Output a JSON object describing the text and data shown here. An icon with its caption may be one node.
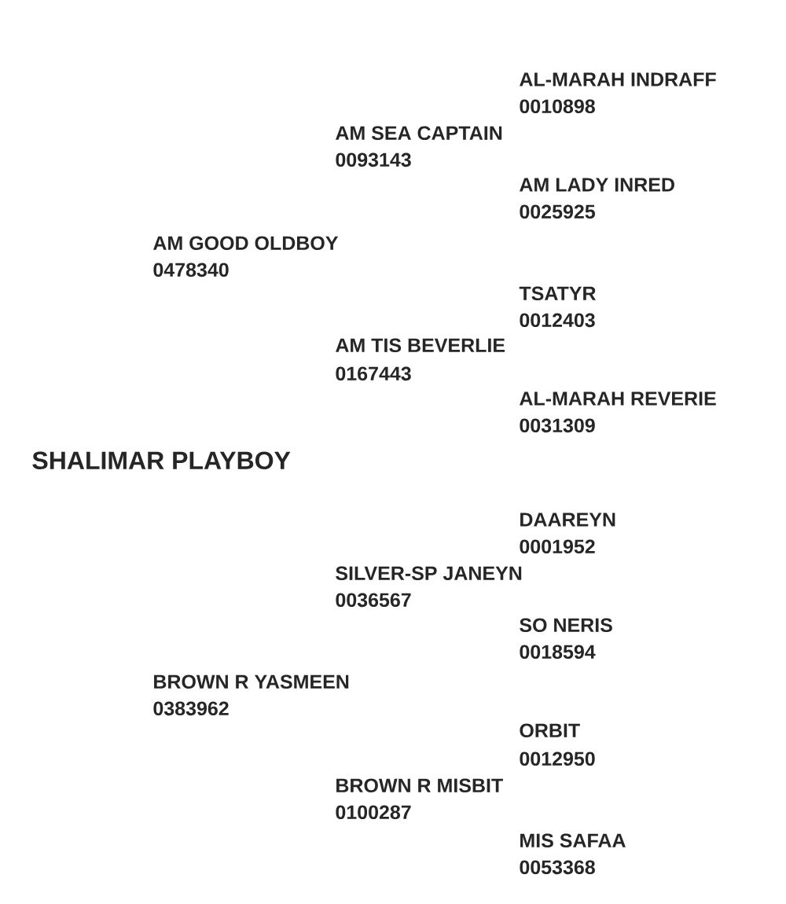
{
  "diagram": {
    "labels": [
      "AL-MARAH INDRAFF",
      "0010898",
      "AM SEA CAPTAIN",
      "0093143",
      "AM LADY INRED",
      "0025925",
      "AM GOOD OLDBOY",
      "0478340",
      "TSATYR",
      "0012403",
      "AM TIS BEVERLIE",
      "0167443",
      "AL-MARAH REVERIE",
      "0031309",
      "SHALIMAR PLAYBOY",
      "DAAREYN",
      "0001952",
      "SILVER-SP JANEYN",
      "0036567",
      "SO NERIS",
      "0018594",
      "BROWN R YASMEEN",
      "0383962",
      "ORBIT",
      "0012950",
      "BROWN R MISBIT",
      "0100287",
      "MIS SAFAA",
      "0053368"
    ]
  }
}
